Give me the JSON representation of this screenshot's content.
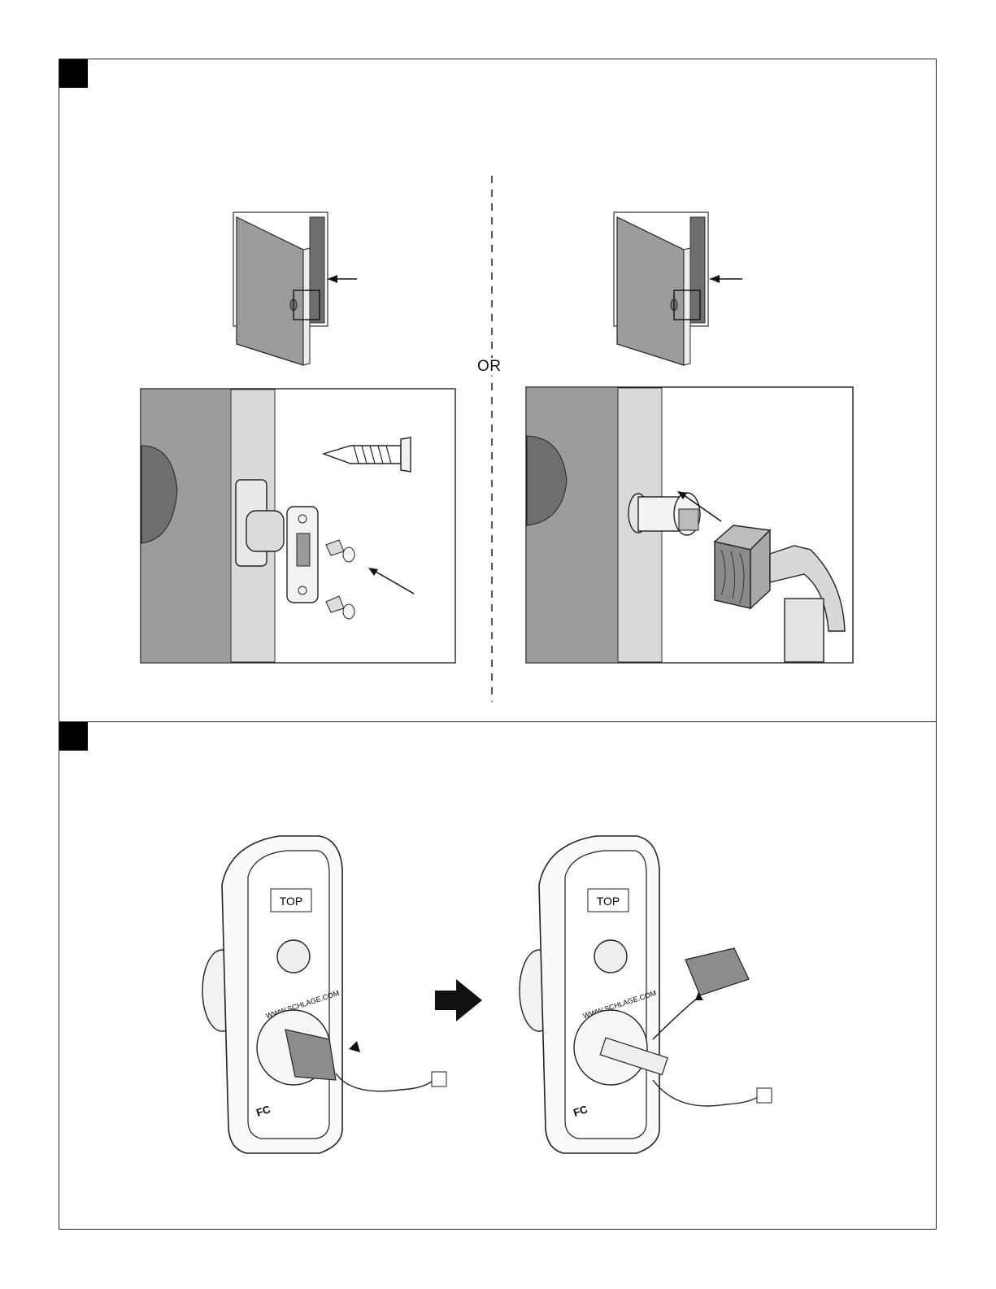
{
  "steps": [
    {
      "id": "step-1"
    },
    {
      "id": "step-2"
    }
  ],
  "divider_label": "OR",
  "stamp_text": {
    "latch_brand": "SCHLAGE",
    "top_label": "TOP",
    "website": "WWW.SCHLAGE.COM",
    "fc_mark": "FC"
  },
  "colors": {
    "door_gray": "#9c9c9c",
    "door_dark": "#6e6e6e",
    "frame_light": "#d9d9d9",
    "panel_border": "#222222",
    "badge": "#000000"
  }
}
